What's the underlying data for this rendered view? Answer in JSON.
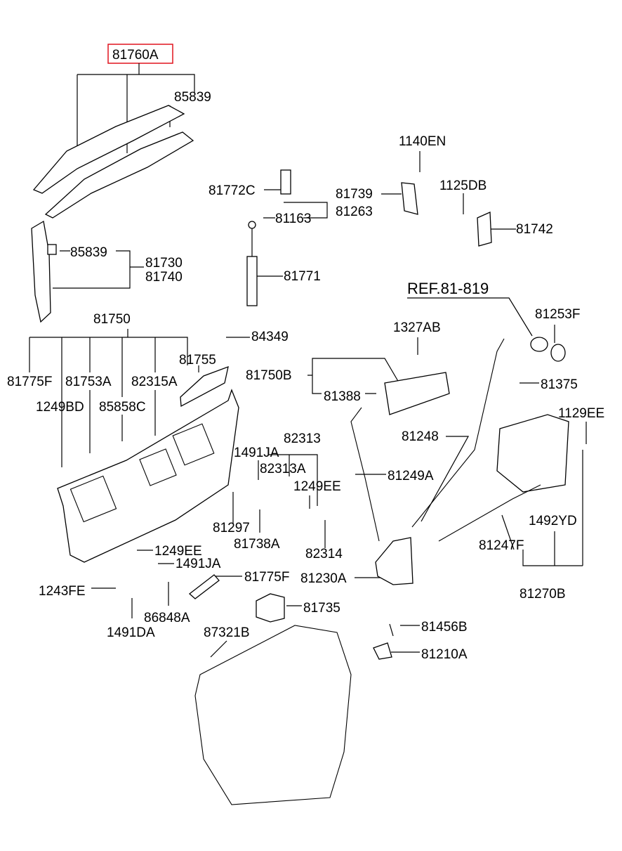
{
  "highlight_color": "#e0141e",
  "labels": {
    "p81760A": "81760A",
    "p85839a": "85839",
    "p81772C": "81772C",
    "p81739": "81739",
    "p1140EN": "1140EN",
    "p1125DB": "1125DB",
    "p81163": "81163",
    "p81263": "81263",
    "p81742": "81742",
    "p85839b": "85839",
    "p81730": "81730",
    "p81740": "81740",
    "p81771": "81771",
    "ref": "REF.81-819",
    "p81253F": "81253F",
    "p81750": "81750",
    "p1327AB": "1327AB",
    "p84349": "84349",
    "p81755": "81755",
    "p81775Fa": "81775F",
    "p81753A": "81753A",
    "p82315A": "82315A",
    "p81750B": "81750B",
    "p81375": "81375",
    "p81388": "81388",
    "p1249BD": "1249BD",
    "p85858C": "85858C",
    "p1129EE": "1129EE",
    "p82313": "82313",
    "p81248": "81248",
    "p1491JAa": "1491JA",
    "p82313A": "82313A",
    "p81249A": "81249A",
    "p1249EEa": "1249EE",
    "p1492YD": "1492YD",
    "p81297": "81297",
    "p82314": "82314",
    "p81738A": "81738A",
    "p81247F": "81247F",
    "p1249EEb": "1249EE",
    "p1491JAb": "1491JA",
    "p81775Fb": "81775F",
    "p81230A": "81230A",
    "p1243FE": "1243FE",
    "p81270B": "81270B",
    "p86848A": "86848A",
    "p81735": "81735",
    "p1491DA": "1491DA",
    "p87321B": "87321B",
    "p81456B": "81456B",
    "p81210A": "81210A"
  }
}
